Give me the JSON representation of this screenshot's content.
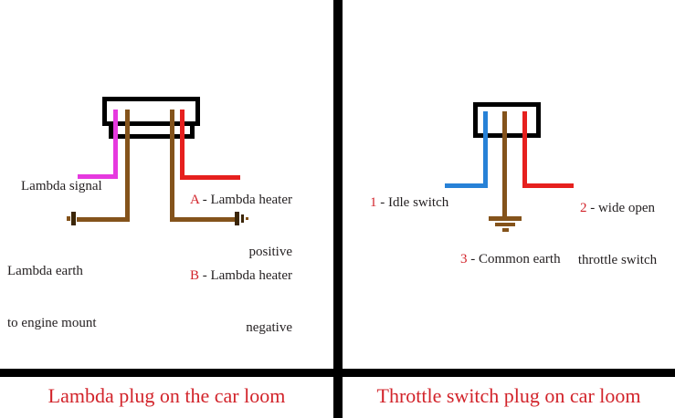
{
  "lambda_panel": {
    "caption": "Lambda plug on the car loom",
    "labels": {
      "signal": "Lambda signal",
      "heater_positive": {
        "prefix": "A",
        "rest": " - Lambda heater",
        "line2": "positive"
      },
      "earth_line1": "Lambda earth",
      "earth_line2": "to engine mount",
      "heater_negative": {
        "prefix": "B",
        "rest": " - Lambda heater",
        "line2": "negative"
      }
    },
    "wires": [
      {
        "name": "lambda-signal",
        "color": "#e639df"
      },
      {
        "name": "lambda-earth-to-engine-mount",
        "color": "#84531b"
      },
      {
        "name": "lambda-heater-positive",
        "color": "#e6201e"
      },
      {
        "name": "lambda-heater-negative",
        "color": "#84531b"
      }
    ]
  },
  "throttle_panel": {
    "caption": "Throttle switch plug on car loom",
    "labels": {
      "idle": {
        "prefix": "1",
        "rest": " - Idle switch"
      },
      "wide_open": {
        "prefix": "2",
        "rest": " - wide open",
        "line2": "throttle switch"
      },
      "common_earth": {
        "prefix": "3",
        "rest": " - Common earth"
      }
    },
    "wires": [
      {
        "name": "idle-switch",
        "color": "#2781d7"
      },
      {
        "name": "common-earth",
        "color": "#84531b"
      },
      {
        "name": "wide-open-throttle-switch",
        "color": "#e6201e"
      }
    ]
  },
  "icons": {
    "earth_terminal_left": "battery-terminal-icon",
    "earth_terminal_right": "battery-terminal-icon",
    "ground_symbol": "ground-earth-icon"
  },
  "colors": {
    "wire_magenta": "#e639df",
    "wire_brown": "#84531b",
    "wire_red": "#e6201e",
    "wire_blue": "#2781d7",
    "label_red": "#d2232a",
    "text_black": "#231f20",
    "connector_black": "#000000",
    "background": "#ffffff"
  }
}
